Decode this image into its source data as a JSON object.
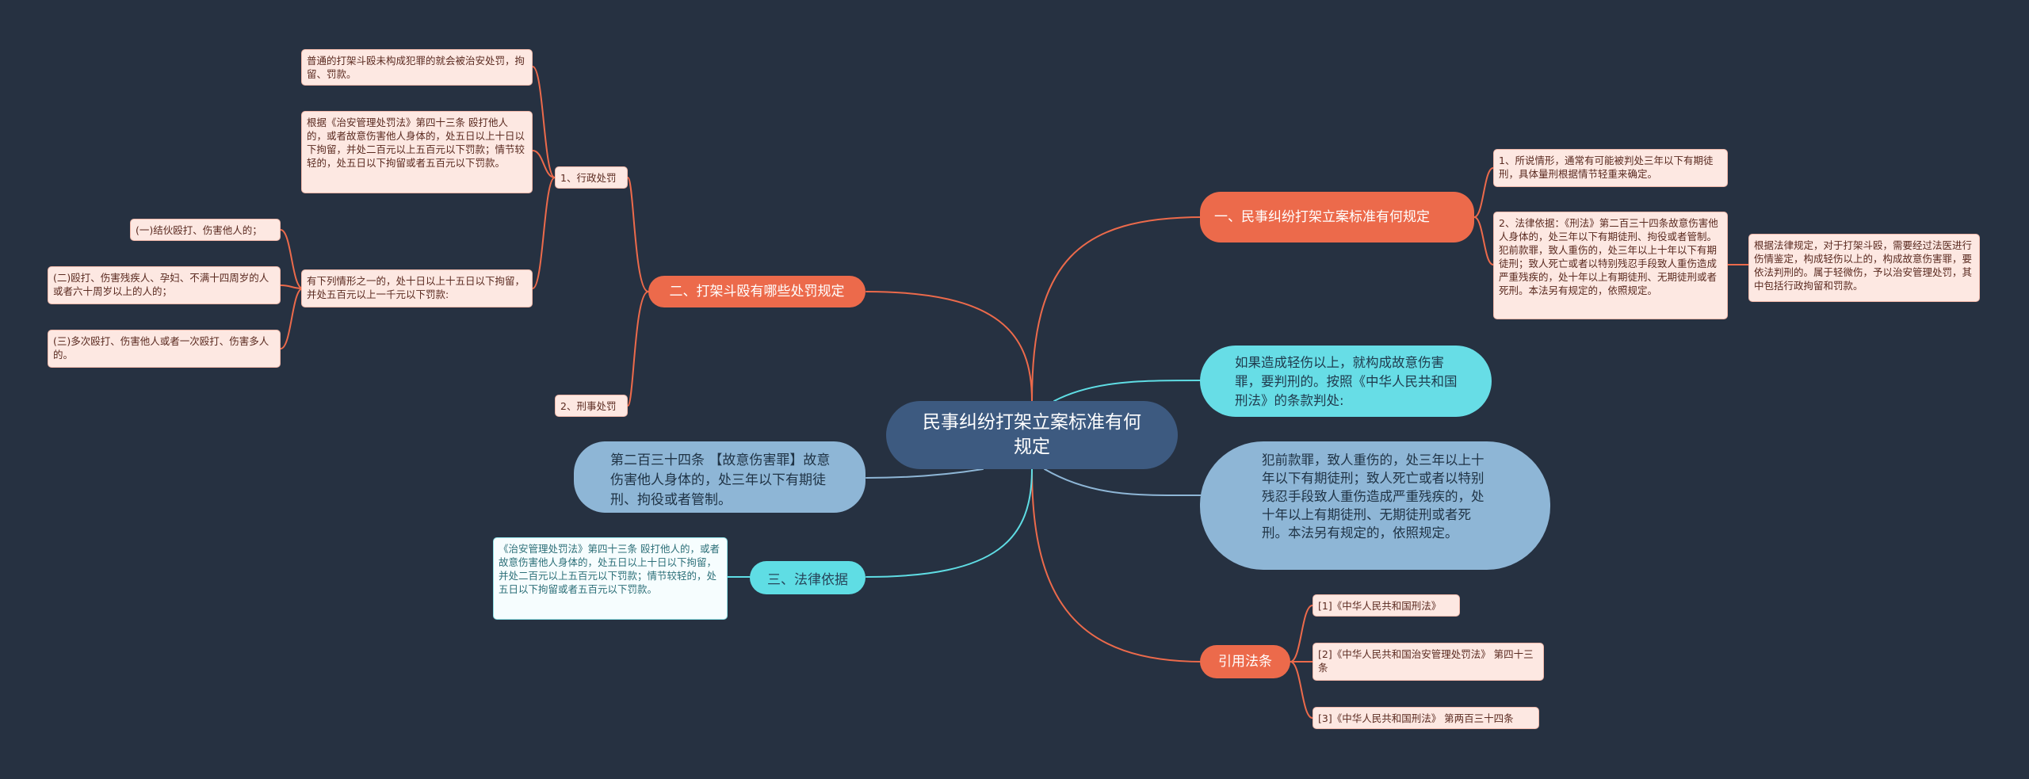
{
  "root": {
    "label": "民事纠纷打架立案标准有何规定"
  },
  "branches": {
    "b1": {
      "label": "一、民事纠纷打架立案标准有何规定"
    },
    "b2": {
      "label": "二、打架斗殴有哪些处罚规定"
    },
    "b3": {
      "label": "三、法律依据"
    },
    "refs": {
      "label": "引用法条"
    },
    "c1": {
      "label": "如果造成轻伤以上，就构成故意伤害罪，要判刑的。按照《中华人民共和国刑法》的条款判处:"
    },
    "c2": {
      "label": "犯前款罪，致人重伤的，处三年以上十年以下有期徒刑；致人死亡或者以特别残忍手段致人重伤造成严重残疾的，处十年以上有期徒刑、无期徒刑或者死刑。本法另有规定的，依照规定。"
    },
    "c3": {
      "label": "第二百三十四条 【故意伤害罪】故意伤害他人身体的，处三年以下有期徒刑、拘役或者管制。"
    }
  },
  "b1_children": [
    {
      "label": "1、所说情形，通常有可能被判处三年以下有期徒刑，具体量刑根据情节轻重来确定。"
    },
    {
      "label": "2、法律依据：《刑法》第二百三十四条故意伤害他人身体的，处三年以下有期徒刑、拘役或者管制。犯前款罪，致人重伤的，处三年以上十年以下有期徒刑；致人死亡或者以特别残忍手段致人重伤造成严重残疾的，处十年以上有期徒刑、无期徒刑或者死刑。本法另有规定的，依照规定。"
    },
    {
      "label": "根据法律规定，对于打架斗殴，需要经过法医进行伤情鉴定，构成轻伤以上的，构成故意伤害罪，要依法判刑的。属于轻微伤，予以治安管理处罚，其中包括行政拘留和罚款。"
    }
  ],
  "b2_children": {
    "admin": {
      "label": "1、行政处罚"
    },
    "criminal": {
      "label": "2、刑事处罚"
    },
    "admin_items": [
      {
        "label": "普通的打架斗殴未构成犯罪的就会被治安处罚，拘留、罚款。"
      },
      {
        "label": "根据《治安管理处罚法》第四十三条 殴打他人的，或者故意伤害他人身体的，处五日以上十日以下拘留，并处二百元以上五百元以下罚款；情节较轻的，处五日以下拘留或者五百元以下罚款。"
      },
      {
        "label": "有下列情形之一的，处十日以上十五日以下拘留，并处五百元以上一千元以下罚款:"
      }
    ],
    "situations": [
      {
        "label": "(一)结伙殴打、伤害他人的；"
      },
      {
        "label": "(二)殴打、伤害残疾人、孕妇、不满十四周岁的人或者六十周岁以上的人的；"
      },
      {
        "label": "(三)多次殴打、伤害他人或者一次殴打、伤害多人的。"
      }
    ]
  },
  "b3_children": [
    {
      "label": "《治安管理处罚法》第四十三条 殴打他人的，或者故意伤害他人身体的，处五日以上十日以下拘留，并处二百元以上五百元以下罚款；情节较轻的，处五日以下拘留或者五百元以下罚款。"
    }
  ],
  "refs_children": [
    {
      "label": "[1]《中华人民共和国刑法》"
    },
    {
      "label": "[2]《中华人民共和国治安管理处罚法》 第四十三条"
    },
    {
      "label": "[3]《中华人民共和国刑法》 第两百三十四条"
    }
  ],
  "colors": {
    "background": "#263141",
    "root": "#3d5a80",
    "orange": "#ec6a4b",
    "cyan": "#5fdde4",
    "blue": "#8eb6d6",
    "leaf": "#fde8e2"
  }
}
